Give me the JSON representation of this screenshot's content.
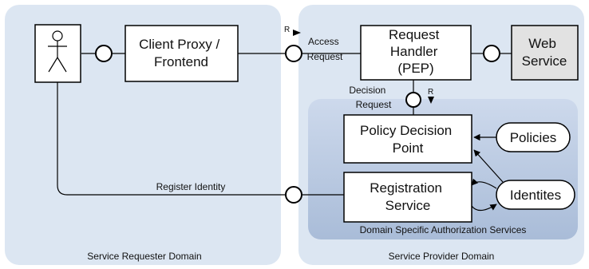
{
  "domains": {
    "requester": "Service Requester Domain",
    "provider": "Service Provider Domain",
    "authz": "Domain Specific Authorization Services"
  },
  "boxes": {
    "client_proxy": [
      "Client Proxy /",
      "Frontend"
    ],
    "request_handler": [
      "Request",
      "Handler",
      "(PEP)"
    ],
    "web_service": [
      "Web",
      "Service"
    ],
    "pdp": [
      "Policy Decision",
      "Point"
    ],
    "registration": [
      "Registration",
      "Service"
    ]
  },
  "stores": {
    "policies": "Policies",
    "identities": "Identites"
  },
  "connectors": {
    "access_request": [
      "Access",
      "Request"
    ],
    "decision_request": [
      "Decision",
      "Request"
    ],
    "register_identity": "Register Identity",
    "r_marker_top": "R",
    "r_marker_mid": "R"
  },
  "colors": {
    "domain_fill": "#dce6f2",
    "authz_fill": "#b8c8e0",
    "box_fill": "#ffffff",
    "web_service_fill": "#e2e2e2",
    "stroke": "#000000"
  }
}
